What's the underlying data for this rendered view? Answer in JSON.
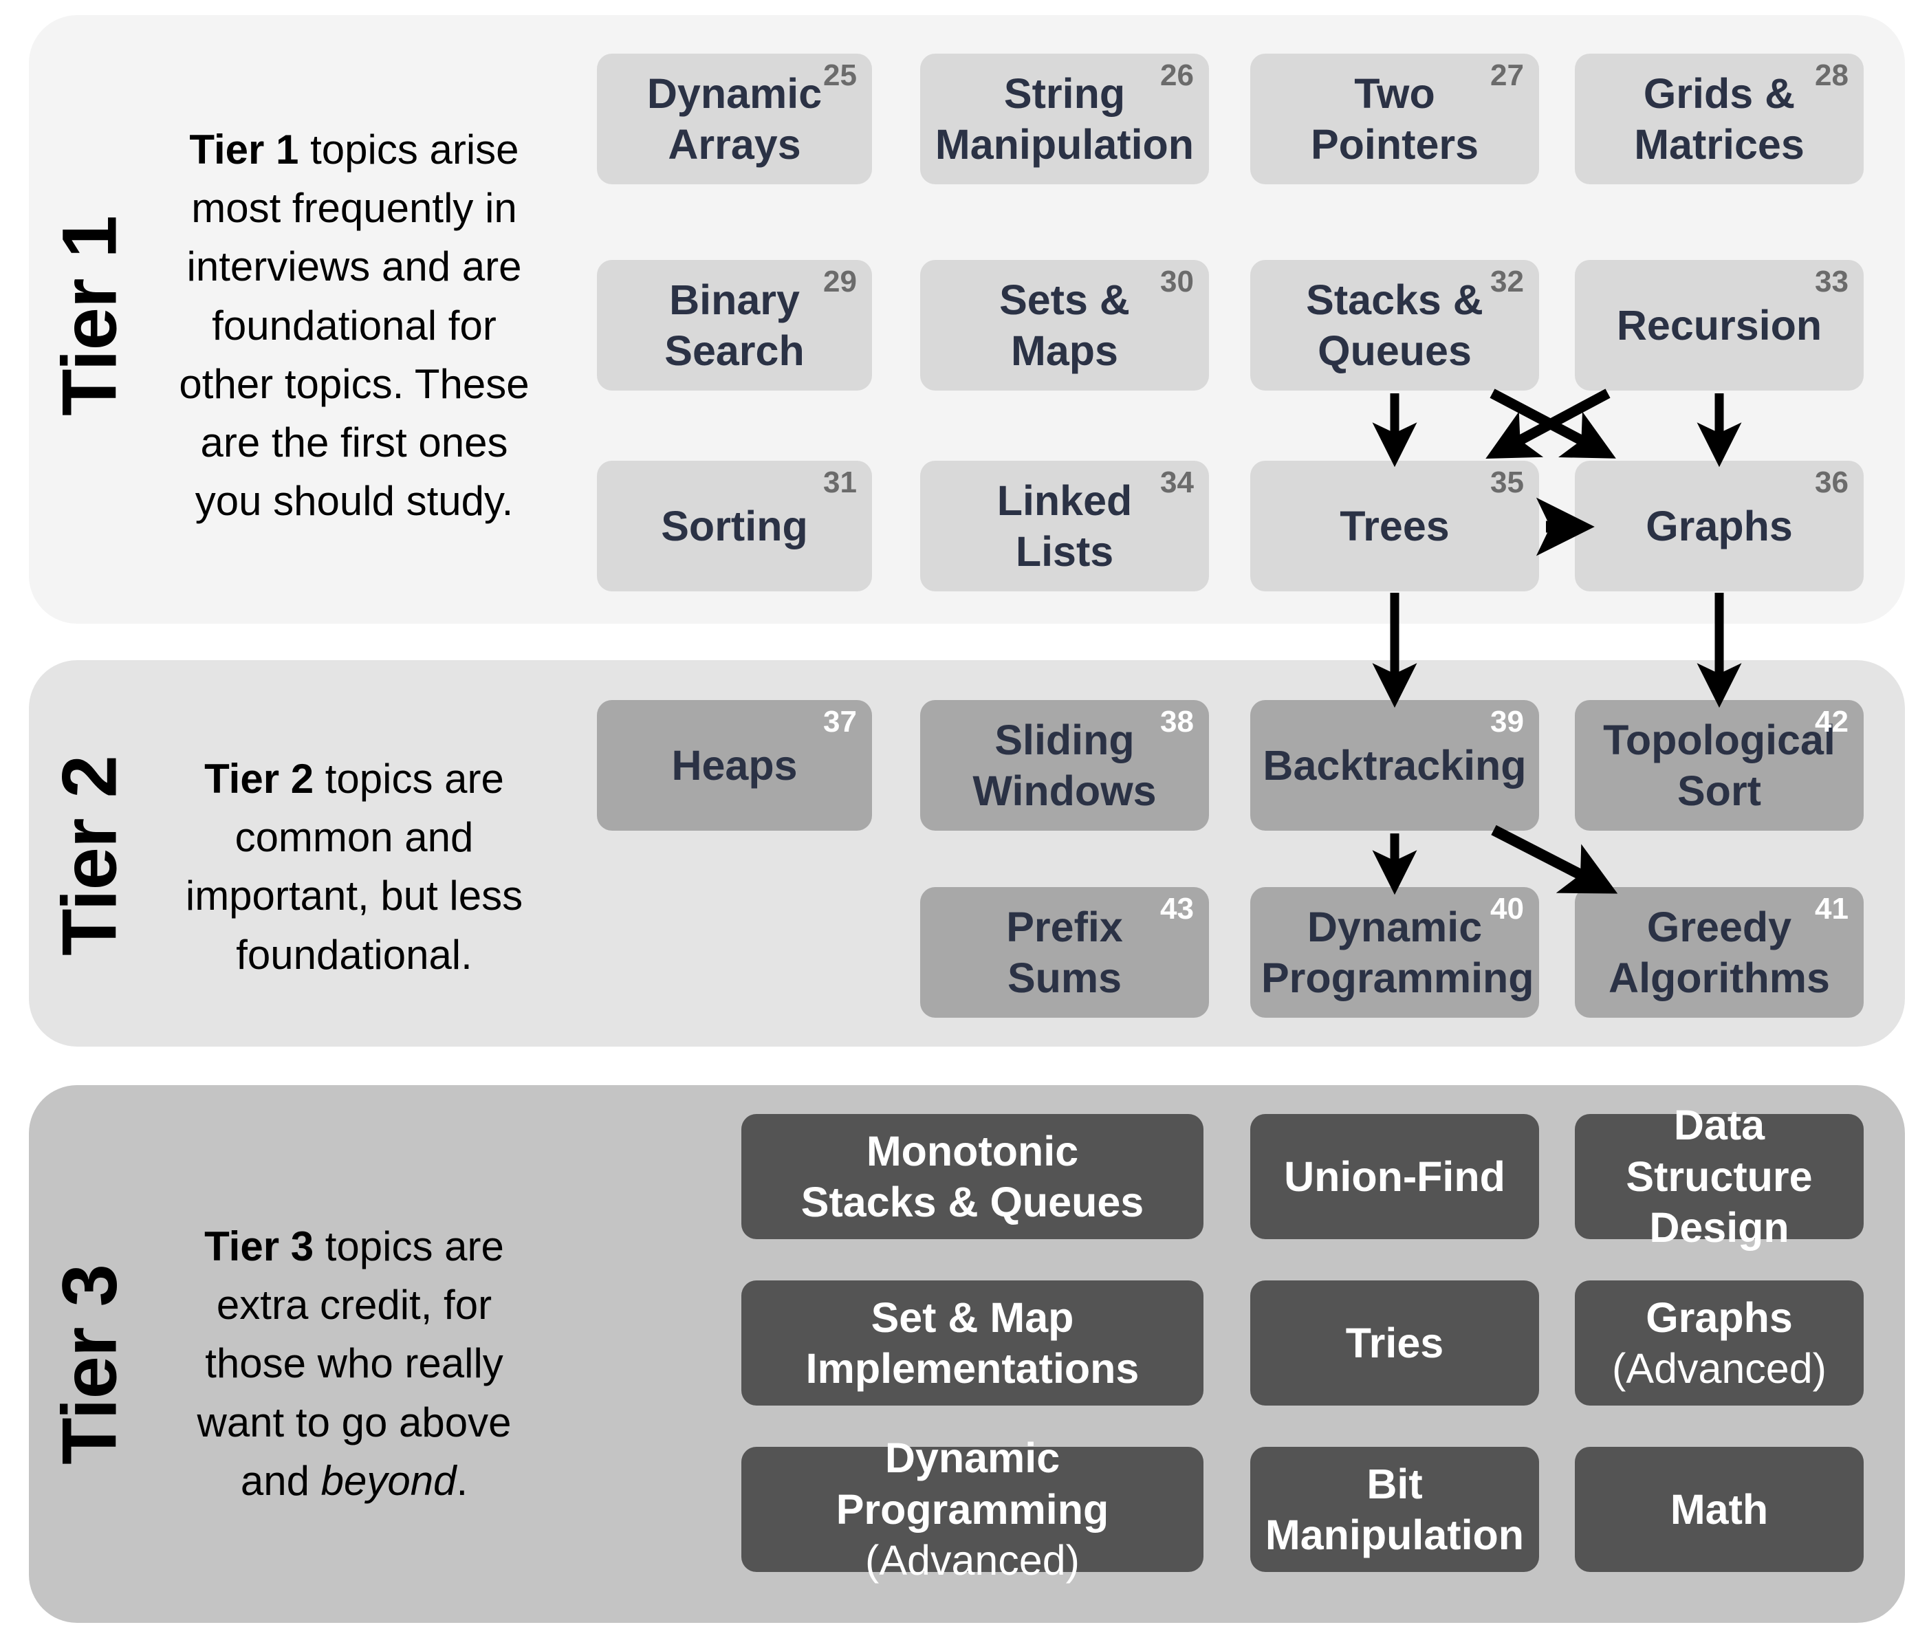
{
  "tiers": [
    {
      "label": "Tier 1",
      "desc_bold": "Tier 1",
      "desc_rest": " topics arise most frequently in interviews and are foundational for other topics. These are the first ones you should study.",
      "panel_color": "#f4f4f4",
      "box_color": "#d9d9d9",
      "number_color": "#6b6b6b",
      "text_color": "#2b3245"
    },
    {
      "label": "Tier 2",
      "desc_bold": "Tier 2",
      "desc_rest": " topics are common and important, but less foundational.",
      "panel_color": "#e4e4e4",
      "box_color": "#a8a8a8",
      "number_color": "#ffffff",
      "text_color": "#2b3245"
    },
    {
      "label": "Tier 3",
      "desc_bold": "Tier 3",
      "desc_pre": " topics are extra credit, for those who really want to go above and ",
      "desc_italic": "beyond",
      "desc_post": ".",
      "panel_color": "#c4c4c4",
      "box_color": "#545454",
      "text_color": "#ffffff"
    }
  ],
  "tier1_boxes": [
    {
      "line1": "Dynamic",
      "line2": "Arrays",
      "number": "25"
    },
    {
      "line1": "String",
      "line2": "Manipulation",
      "number": "26"
    },
    {
      "line1": "Two",
      "line2": "Pointers",
      "number": "27"
    },
    {
      "line1": "Grids &",
      "line2": "Matrices",
      "number": "28"
    },
    {
      "line1": "Binary",
      "line2": "Search",
      "number": "29"
    },
    {
      "line1": "Sets &",
      "line2": "Maps",
      "number": "30"
    },
    {
      "line1": "Stacks &",
      "line2": "Queues",
      "number": "32"
    },
    {
      "line1": "Recursion",
      "line2": "",
      "number": "33"
    },
    {
      "line1": "Sorting",
      "line2": "",
      "number": "31"
    },
    {
      "line1": "Linked",
      "line2": "Lists",
      "number": "34"
    },
    {
      "line1": "Trees",
      "line2": "",
      "number": "35"
    },
    {
      "line1": "Graphs",
      "line2": "",
      "number": "36"
    }
  ],
  "tier2_boxes": [
    {
      "line1": "Heaps",
      "line2": "",
      "number": "37"
    },
    {
      "line1": "Sliding",
      "line2": "Windows",
      "number": "38"
    },
    {
      "line1": "Backtracking",
      "line2": "",
      "number": "39"
    },
    {
      "line1": "Topological",
      "line2": "Sort",
      "number": "42"
    },
    {
      "line1": "Prefix",
      "line2": "Sums",
      "number": "43"
    },
    {
      "line1": "Dynamic",
      "line2": "Programming",
      "number": "40"
    },
    {
      "line1": "Greedy",
      "line2": "Algorithms",
      "number": "41"
    }
  ],
  "tier3_boxes": [
    {
      "line1": "Monotonic",
      "line2": "Stacks & Queues",
      "sub": ""
    },
    {
      "line1": "Union-Find",
      "line2": "",
      "sub": ""
    },
    {
      "line1": "Data Structure",
      "line2": "Design",
      "sub": ""
    },
    {
      "line1": "Set & Map",
      "line2": "Implementations",
      "sub": ""
    },
    {
      "line1": "Tries",
      "line2": "",
      "sub": ""
    },
    {
      "line1": "Graphs",
      "line2": "",
      "sub": "(Advanced)"
    },
    {
      "line1": "Dynamic Programming",
      "line2": "",
      "sub": "(Advanced)"
    },
    {
      "line1": "Bit",
      "line2": "Manipulation",
      "sub": ""
    },
    {
      "line1": "Math",
      "line2": "",
      "sub": ""
    }
  ],
  "arrows": [
    {
      "name": "stacks-queues-to-trees",
      "from": "Stacks & Queues",
      "to": "Trees"
    },
    {
      "name": "stacks-queues-to-graphs",
      "from": "Stacks & Queues",
      "to": "Graphs"
    },
    {
      "name": "recursion-to-trees",
      "from": "Recursion",
      "to": "Trees"
    },
    {
      "name": "recursion-to-graphs",
      "from": "Recursion",
      "to": "Graphs"
    },
    {
      "name": "trees-to-graphs",
      "from": "Trees",
      "to": "Graphs"
    },
    {
      "name": "trees-to-backtracking",
      "from": "Trees",
      "to": "Backtracking"
    },
    {
      "name": "graphs-to-topological-sort",
      "from": "Graphs",
      "to": "Topological Sort"
    },
    {
      "name": "backtracking-to-dynamic-programming",
      "from": "Backtracking",
      "to": "Dynamic Programming"
    },
    {
      "name": "backtracking-to-greedy-algorithms",
      "from": "Backtracking",
      "to": "Greedy Algorithms"
    }
  ]
}
